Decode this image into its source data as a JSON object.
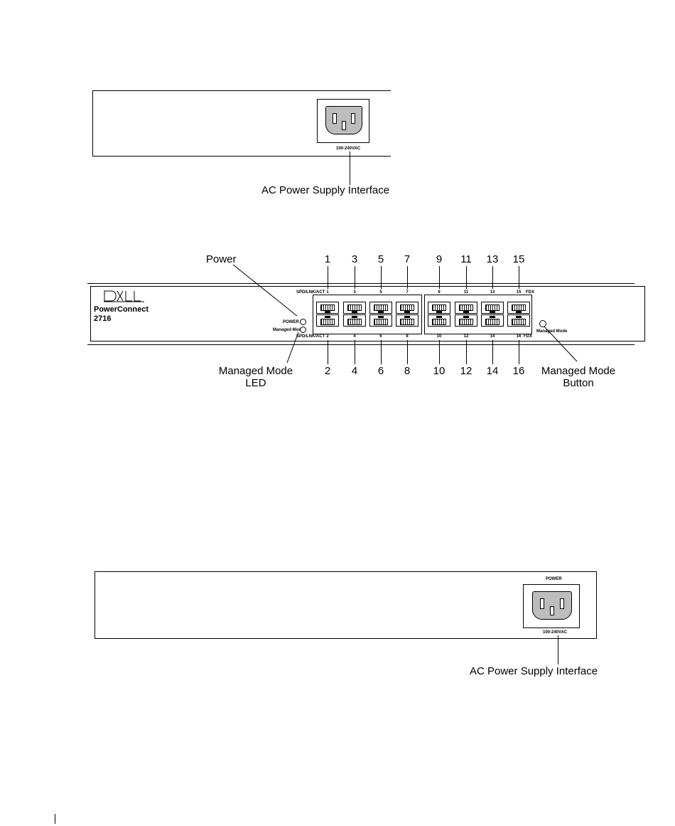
{
  "top_panel": {
    "voltage_label": "100-240VAC",
    "callout": "AC Power Supply Interface"
  },
  "front_panel": {
    "brand_logo": "DELL",
    "model_name": "PowerConnect",
    "model_number": "2716",
    "led_power_label": "POWER",
    "led_managed_label": "Managed Mode",
    "managed_button_label": "Managed Mode",
    "status_top_label": "SPD/LNK/ACT",
    "status_bottom_label": "SPD/LNK/ACT",
    "fdx_top_label": "FDX",
    "fdx_bottom_label": "FDX",
    "top_port_numbers": [
      "1",
      "3",
      "5",
      "7",
      "9",
      "11",
      "13",
      "15"
    ],
    "bottom_port_numbers": [
      "2",
      "4",
      "6",
      "8",
      "10",
      "12",
      "14",
      "16"
    ],
    "small_top_port_numbers": [
      "1",
      "3",
      "5",
      "7",
      "9",
      "11",
      "13",
      "15"
    ],
    "small_bottom_port_numbers": [
      "2",
      "4",
      "6",
      "8",
      "10",
      "12",
      "14",
      "16"
    ]
  },
  "callouts": {
    "power": "Power",
    "managed_led_line1": "Managed Mode",
    "managed_led_line2": "LED",
    "managed_button_line1": "Managed Mode",
    "managed_button_line2": "Button"
  },
  "bottom_panel": {
    "power_label": "POWER",
    "voltage_label": "100-240VAC",
    "callout": "AC Power Supply Interface"
  }
}
